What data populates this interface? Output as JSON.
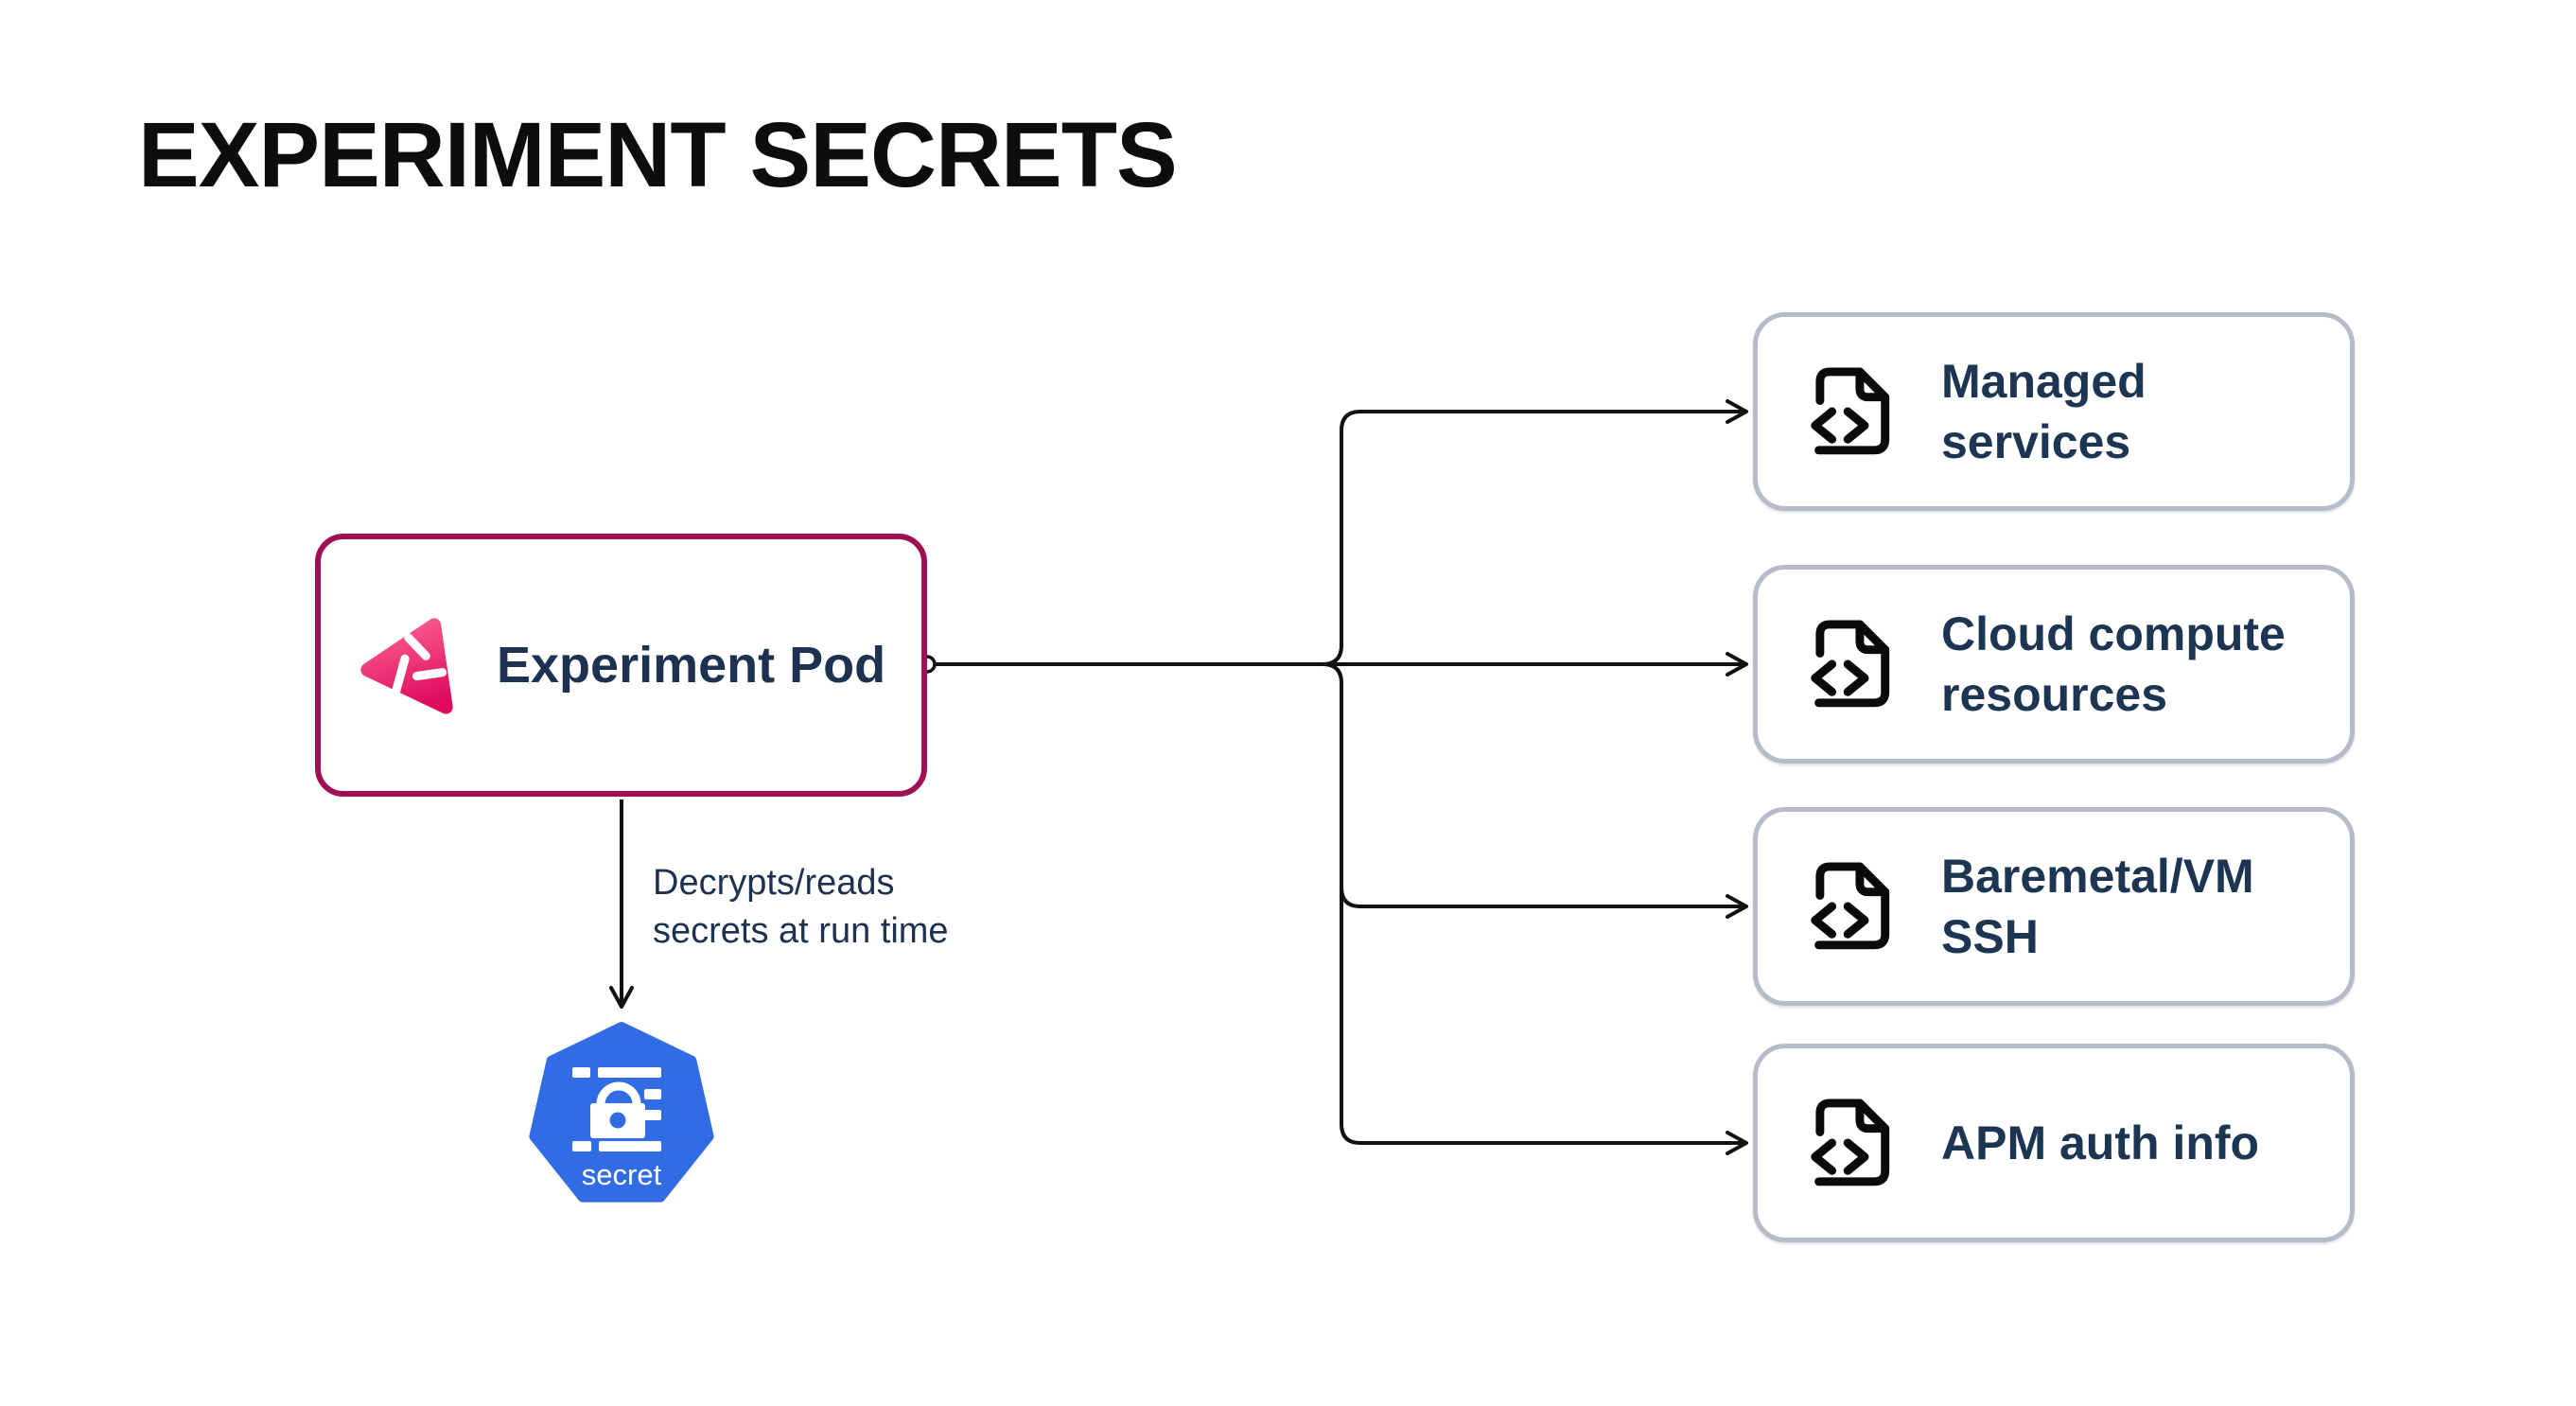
{
  "diagram": {
    "title": "EXPERIMENT SECRETS",
    "pod": {
      "label": "Experiment Pod"
    },
    "edge_annotation": {
      "line1": "Decrypts/reads",
      "line2": "secrets at run time"
    },
    "secret_node": {
      "label": "secret"
    },
    "targets": [
      {
        "label": "Managed services"
      },
      {
        "label": "Cloud compute resources"
      },
      {
        "label": "Baremetal/VM SSH"
      },
      {
        "label": "APM auth info"
      }
    ],
    "icons": {
      "pod_icon": "litmus-chaos-logo",
      "target_icon": "file-code-icon",
      "secret_icon": "kubernetes-secret-heptagon"
    },
    "colors": {
      "background": "#FFFFFF",
      "title_text": "#0D0D0D",
      "label_text": "#1D3150",
      "pod_border": "#9E1053",
      "target_border": "#B7BACB",
      "connector_line": "#121212",
      "kubernetes_blue": "#326CE5",
      "litmus_pink_light": "#FB5A8D",
      "litmus_pink_dark": "#DE0B5F"
    }
  }
}
